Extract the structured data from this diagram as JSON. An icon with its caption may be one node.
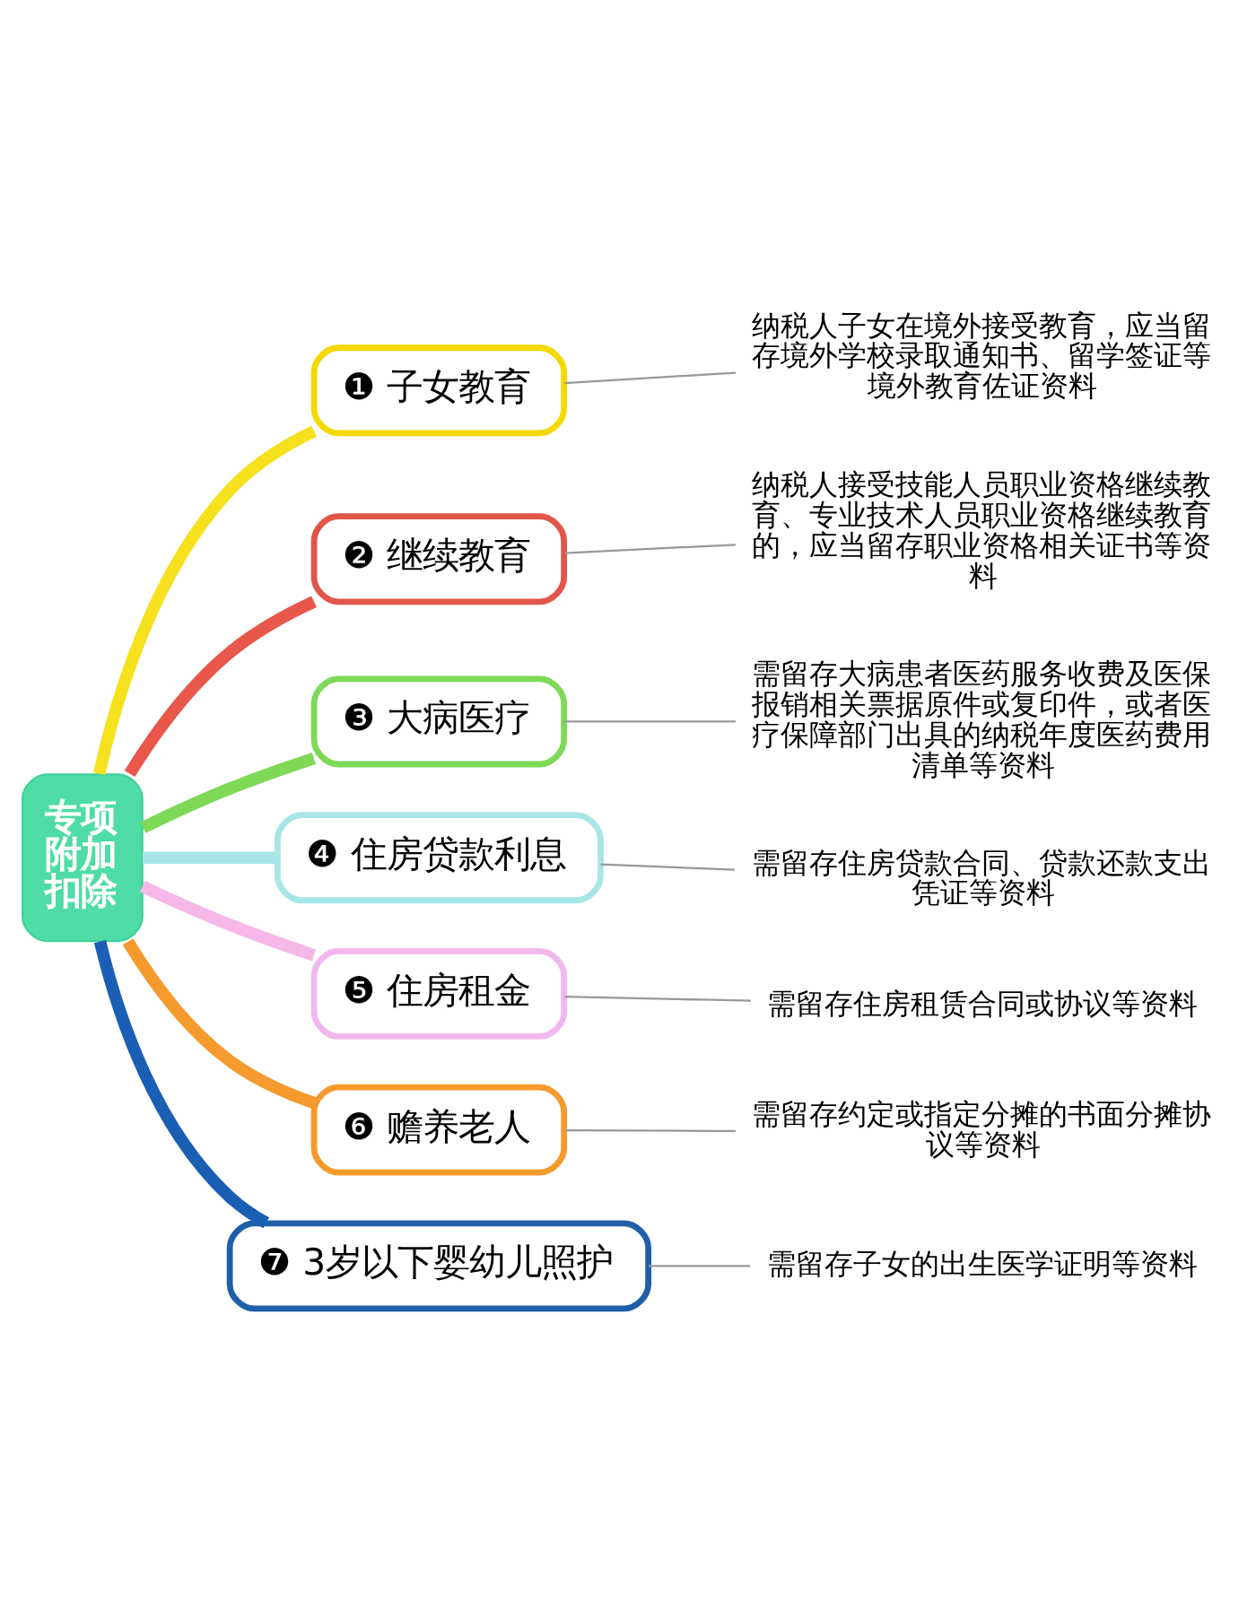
{
  "diagram": {
    "nodes": [
      {
        "text": [
          "专项附加扣除"
        ]
      },
      {
        "text": [
          "❶ 子女教育"
        ]
      },
      {
        "text": [
          "纳税人子女在境外接受教育，应当留存境外学校录取通知书、留学签证等境外教育佐证资料"
        ]
      },
      {
        "text": [
          "❷ 继续教育"
        ]
      },
      {
        "text": [
          "纳税人接受技能人员职业资格继续教育、专业技术人员职业资格继续教育的，应当留存职业资格相关证书等资料"
        ]
      },
      {
        "text": [
          "❸ 大病医疗"
        ]
      },
      {
        "text": [
          "需留存大病患者医药服务收费及医保报销相关票据原件或复印件，或者医疗保障部门出具的纳税年度医药费用清单等资料"
        ]
      },
      {
        "text": [
          "❹ 住房贷款利息"
        ]
      },
      {
        "text": [
          "需留存住房贷款合同、贷款还款支出凭证等资料"
        ]
      },
      {
        "text": [
          "❺ 住房租金"
        ]
      },
      {
        "text": [
          "需留存住房租赁合同或协议等资料"
        ]
      },
      {
        "text": [
          "❻ 赡养老人"
        ]
      },
      {
        "text": [
          "需留存约定或指定分摊的书面分摊协议等资料"
        ]
      },
      {
        "text": [
          "❼ 3岁以下婴幼儿照护"
        ]
      },
      {
        "text": [
          "需留存子女的出生医学证明等资料"
        ]
      }
    ],
    "edges": [
      {
        "from": 0,
        "to": 1,
        "arrow": "none",
        "style": "thick",
        "color": "#f5e11e"
      },
      {
        "from": 1,
        "to": 2,
        "arrow": "none"
      },
      {
        "from": 0,
        "to": 3,
        "arrow": "none",
        "style": "thick",
        "color": "#e8574a"
      },
      {
        "from": 3,
        "to": 4,
        "arrow": "none"
      },
      {
        "from": 0,
        "to": 5,
        "arrow": "none",
        "style": "thick",
        "color": "#7ed957"
      },
      {
        "from": 5,
        "to": 6,
        "arrow": "none"
      },
      {
        "from": 0,
        "to": 7,
        "arrow": "none",
        "style": "thick",
        "color": "#a8e6e6"
      },
      {
        "from": 7,
        "to": 8,
        "arrow": "none"
      },
      {
        "from": 0,
        "to": 9,
        "arrow": "none",
        "style": "thick",
        "color": "#f5b8e8"
      },
      {
        "from": 9,
        "to": 10,
        "arrow": "none"
      },
      {
        "from": 0,
        "to": 11,
        "arrow": "none",
        "style": "thick",
        "color": "#f59a2c"
      },
      {
        "from": 11,
        "to": 12,
        "arrow": "none"
      },
      {
        "from": 0,
        "to": 13,
        "arrow": "none",
        "style": "thick",
        "color": "#1a5fb4"
      },
      {
        "from": 13,
        "to": 14,
        "arrow": "none"
      }
    ]
  }
}
